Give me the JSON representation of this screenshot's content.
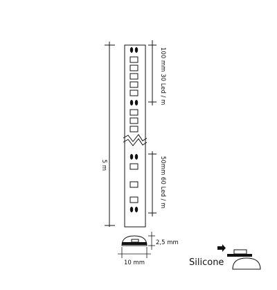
{
  "labels": {
    "total_length": "5 m",
    "segment_30": "100 mm 30 Led / m",
    "segment_60": "50mm 60 Led / m",
    "width": "10 mm",
    "height": "2,5 mm",
    "profile": "Silicone"
  },
  "icons": {
    "arrow": "arrow-right-icon"
  },
  "colors": {
    "line": "#111111",
    "background": "#ffffff"
  }
}
